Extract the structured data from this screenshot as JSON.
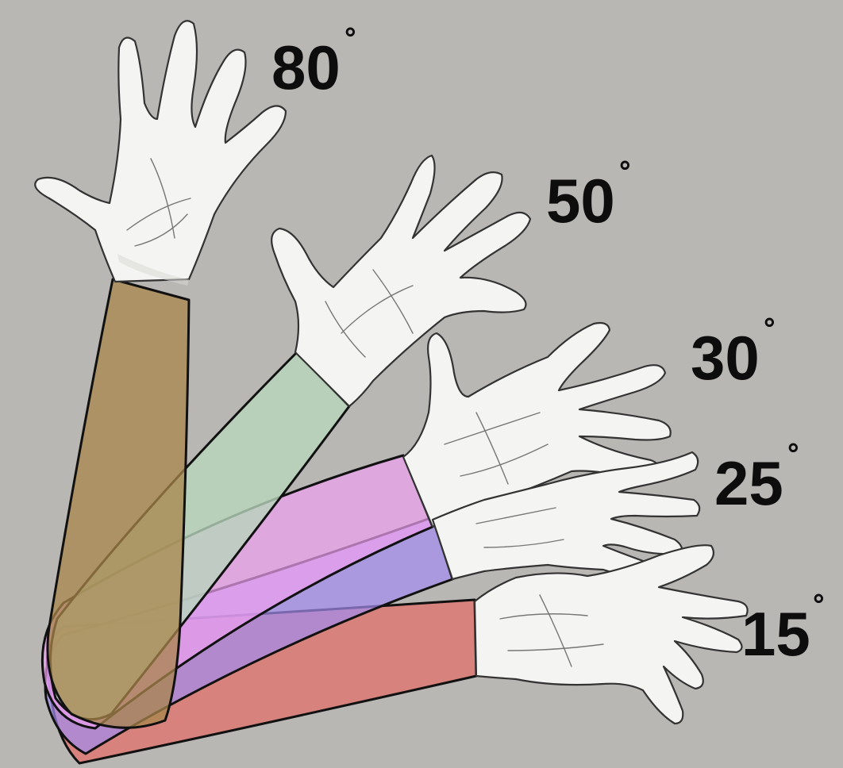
{
  "positions": [
    {
      "id": "80",
      "label": "80",
      "deg_symbol": "˚",
      "arm_color": "#a8864a"
    },
    {
      "id": "50",
      "label": "50",
      "deg_symbol": "˚",
      "arm_color": "#b8d6bc"
    },
    {
      "id": "30",
      "label": "30",
      "deg_symbol": "˚",
      "arm_color": "#ee9ff0"
    },
    {
      "id": "25",
      "label": "25",
      "deg_symbol": "˚",
      "arm_color": "#a48cf0"
    },
    {
      "id": "15",
      "label": "15",
      "deg_symbol": "˚",
      "arm_color": "#e2706a"
    }
  ],
  "colors": {
    "background": "#b9b7b4",
    "text": "#0d0d0d"
  }
}
